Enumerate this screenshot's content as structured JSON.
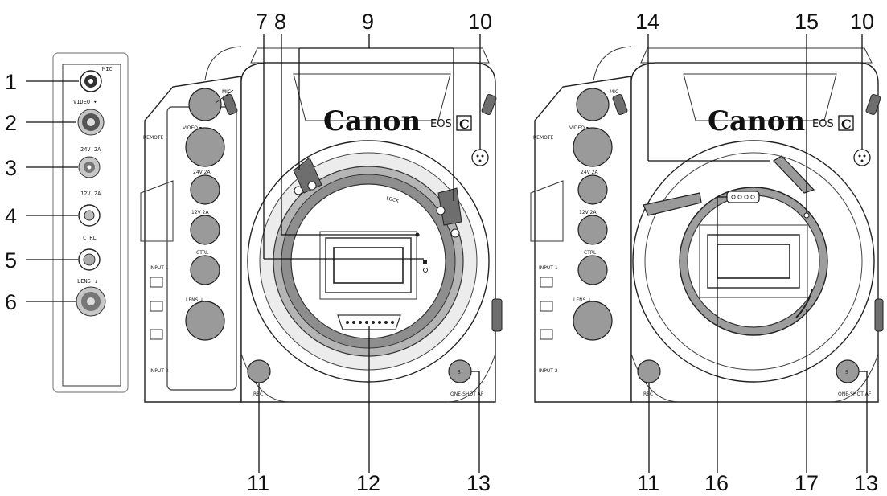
{
  "brand": "Canon",
  "model_mark": "EOS",
  "model_badge": "C",
  "callouts": {
    "n1": "1",
    "n2": "2",
    "n3": "3",
    "n4": "4",
    "n5": "5",
    "n6": "6",
    "n7": "7",
    "n8": "8",
    "n9": "9",
    "n10a": "10",
    "n10b": "10",
    "n11a": "11",
    "n11b": "11",
    "n12": "12",
    "n13a": "13",
    "n13b": "13",
    "n14": "14",
    "n15": "15",
    "n16": "16",
    "n17": "17"
  },
  "terminals": {
    "mic": "MIC",
    "video": "VIDEO ▾",
    "v24": "24V 2A",
    "v12": "12V 2A",
    "ctrl": "CTRL",
    "lens": "LENS ↓"
  },
  "body_labels": {
    "remote": "REMOTE",
    "input1": "INPUT 1",
    "input2": "INPUT 2",
    "rec": "REC",
    "one_shot_af": "ONE-SHOT AF",
    "lock": "LOCK",
    "af_button_mark": "5"
  }
}
